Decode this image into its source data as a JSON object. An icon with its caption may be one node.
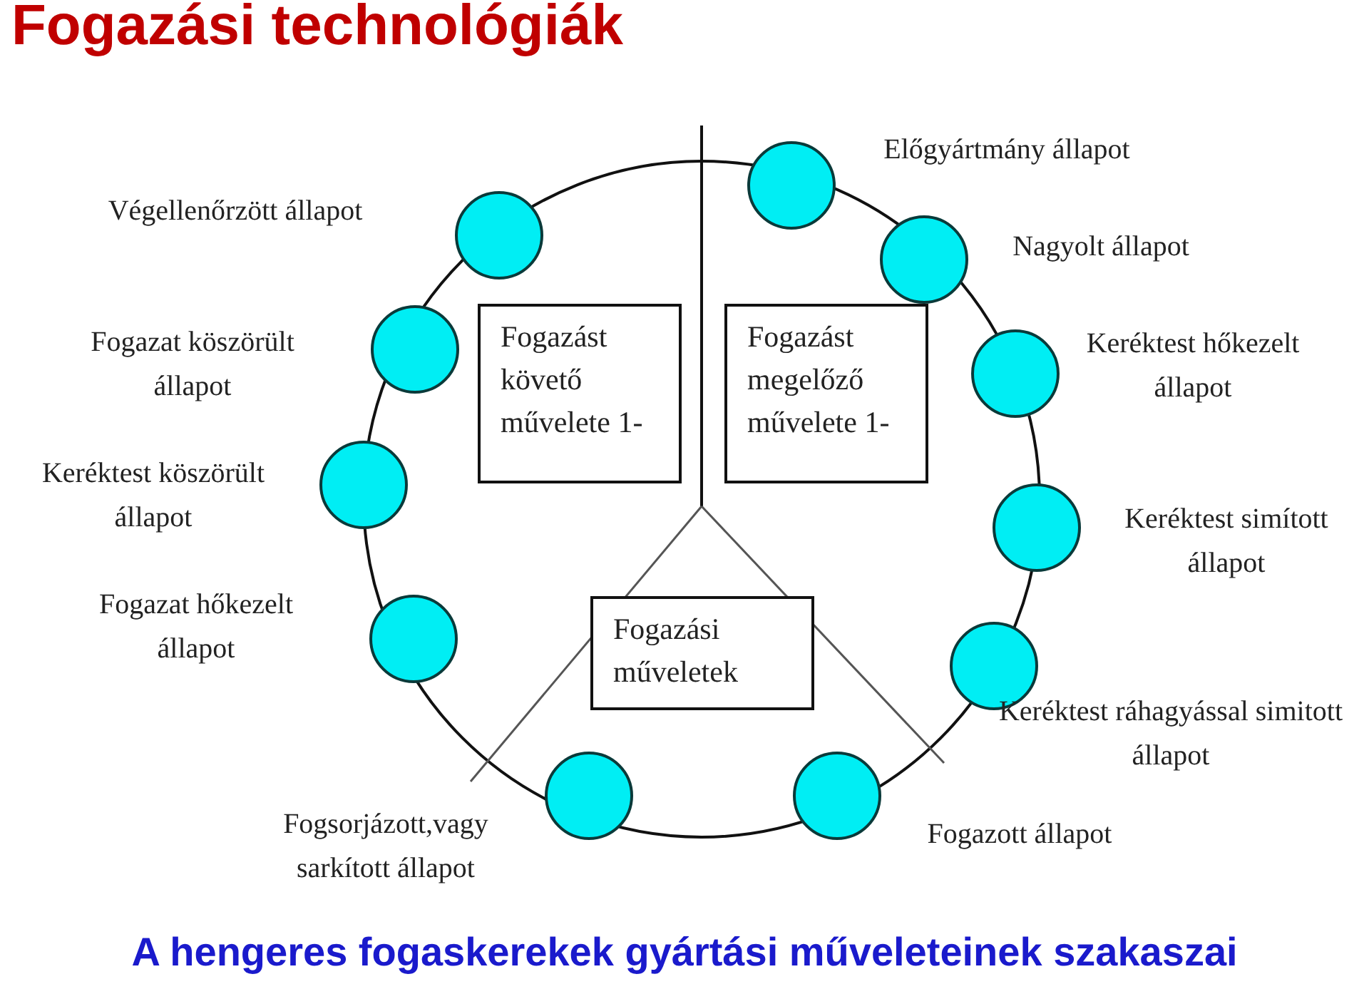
{
  "diagram": {
    "title": "Fogazási technológiák",
    "caption": "A hengeres fogaskerekek gyártási műveleteinek szakaszai",
    "nodes": [
      {
        "text": [],
        "shape": "circle",
        "beside": [
          "Előgyártmány állapot"
        ]
      },
      {
        "text": [],
        "shape": "circle",
        "beside": [
          "Nagyolt állapot"
        ]
      },
      {
        "text": [],
        "shape": "circle",
        "beside": [
          "Keréktest hőkezelt állapot"
        ]
      },
      {
        "text": [],
        "shape": "circle",
        "beside": [
          "Keréktest simított állapot"
        ]
      },
      {
        "text": [],
        "shape": "circle",
        "beside": [
          "Keréktest ráhagyással simitott állapot"
        ]
      },
      {
        "text": [],
        "shape": "circle",
        "beside": [
          "Fogazott állapot"
        ]
      },
      {
        "text": [],
        "shape": "circle",
        "beside": [
          "Fogsorjázott,vagy sarkított állapot"
        ]
      },
      {
        "text": [],
        "shape": "circle",
        "beside": [
          "Fogazat hőkezelt állapot"
        ]
      },
      {
        "text": [],
        "shape": "circle",
        "beside": [
          "Keréktest köszörült állapot"
        ]
      },
      {
        "text": [],
        "shape": "circle",
        "beside": [
          "Fogazat köszörült állapot"
        ]
      },
      {
        "text": [],
        "shape": "circle",
        "beside": [
          "Végellenőrzött állapot"
        ]
      },
      {
        "text": [
          "Fogazást követő művelete 1-"
        ]
      },
      {
        "text": [
          "Fogazást megelőző művelete 1-"
        ]
      },
      {
        "text": [
          "Fogazási műveletek"
        ]
      }
    ]
  }
}
